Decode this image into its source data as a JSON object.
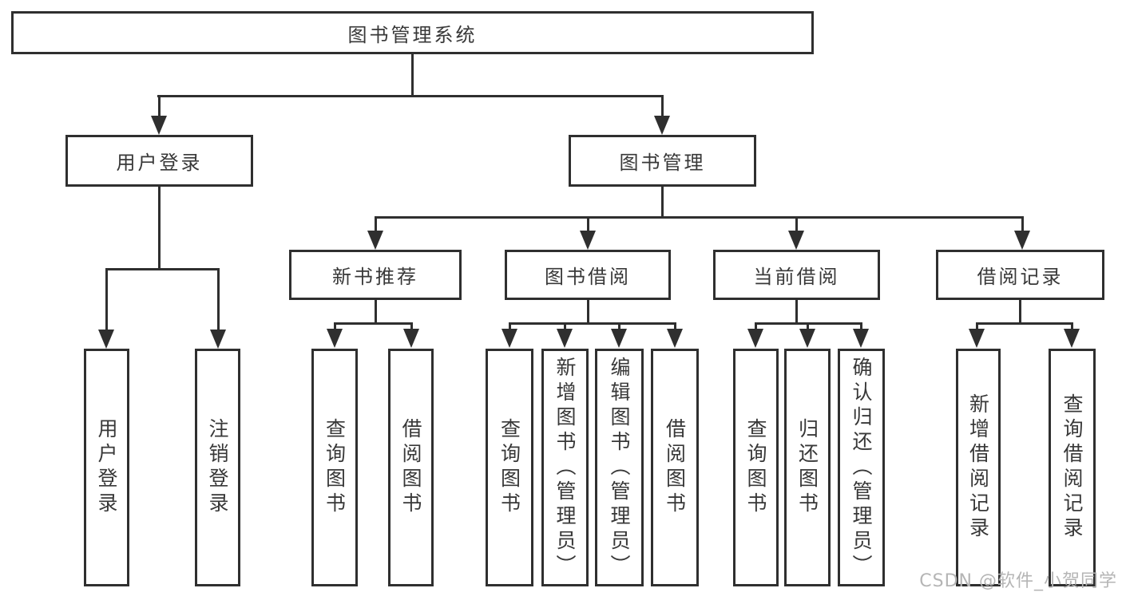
{
  "diagram": {
    "root": {
      "label": "图书管理系统"
    },
    "level2": [
      {
        "label": "用户登录"
      },
      {
        "label": "图书管理"
      }
    ],
    "level3": [
      {
        "label": "新书推荐",
        "parent": "图书管理"
      },
      {
        "label": "图书借阅",
        "parent": "图书管理"
      },
      {
        "label": "当前借阅",
        "parent": "图书管理"
      },
      {
        "label": "借阅记录",
        "parent": "图书管理"
      }
    ],
    "leaves": [
      {
        "label": "用户登录",
        "parent": "用户登录"
      },
      {
        "label": "注销登录",
        "parent": "用户登录"
      },
      {
        "label": "查询图书",
        "parent": "新书推荐"
      },
      {
        "label": "借阅图书",
        "parent": "新书推荐"
      },
      {
        "label": "查询图书",
        "parent": "图书借阅"
      },
      {
        "label": "新增图书（管理员）",
        "parent": "图书借阅"
      },
      {
        "label": "编辑图书（管理员）",
        "parent": "图书借阅"
      },
      {
        "label": "借阅图书",
        "parent": "图书借阅"
      },
      {
        "label": "查询图书",
        "parent": "当前借阅"
      },
      {
        "label": "归还图书",
        "parent": "当前借阅"
      },
      {
        "label": "确认归还（管理员）",
        "parent": "当前借阅"
      },
      {
        "label": "新增借阅记录",
        "parent": "借阅记录"
      },
      {
        "label": "查询借阅记录",
        "parent": "借阅记录"
      }
    ]
  },
  "watermark": {
    "text": "CSDN @软件_小贺同学"
  },
  "colors": {
    "line": "#2f2f2f",
    "text": "#383838",
    "watermark": "#b5b5b5",
    "background": "#ffffff"
  }
}
